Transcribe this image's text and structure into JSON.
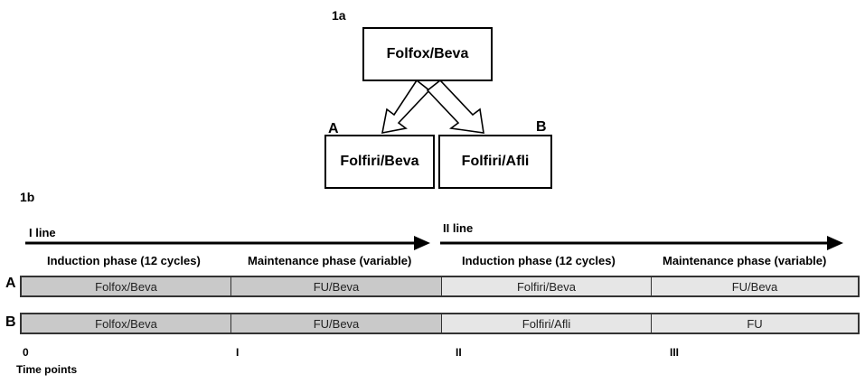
{
  "fig1a": {
    "label": "1a",
    "top_box": "Folfox/Beva",
    "arm_a_letter": "A",
    "arm_b_letter": "B",
    "arm_a_box": "Folfiri/Beva",
    "arm_b_box": "Folfiri/Afli"
  },
  "fig1b": {
    "label": "1b",
    "line1": "I line",
    "line2": "II line",
    "phases": [
      "Induction phase (12 cycles)",
      "Maintenance phase (variable)",
      "Induction phase (12 cycles)",
      "Maintenance phase (variable)"
    ],
    "rows": [
      {
        "label": "A",
        "segments": [
          "Folfox/Beva",
          "FU/Beva",
          "Folfiri/Beva",
          "FU/Beva"
        ]
      },
      {
        "label": "B",
        "segments": [
          "Folfox/Beva",
          "FU/Beva",
          "Folfiri/Afli",
          "FU"
        ]
      }
    ],
    "time_points": [
      "0",
      "I",
      "II",
      "III"
    ],
    "time_axis_label": "Time points"
  }
}
